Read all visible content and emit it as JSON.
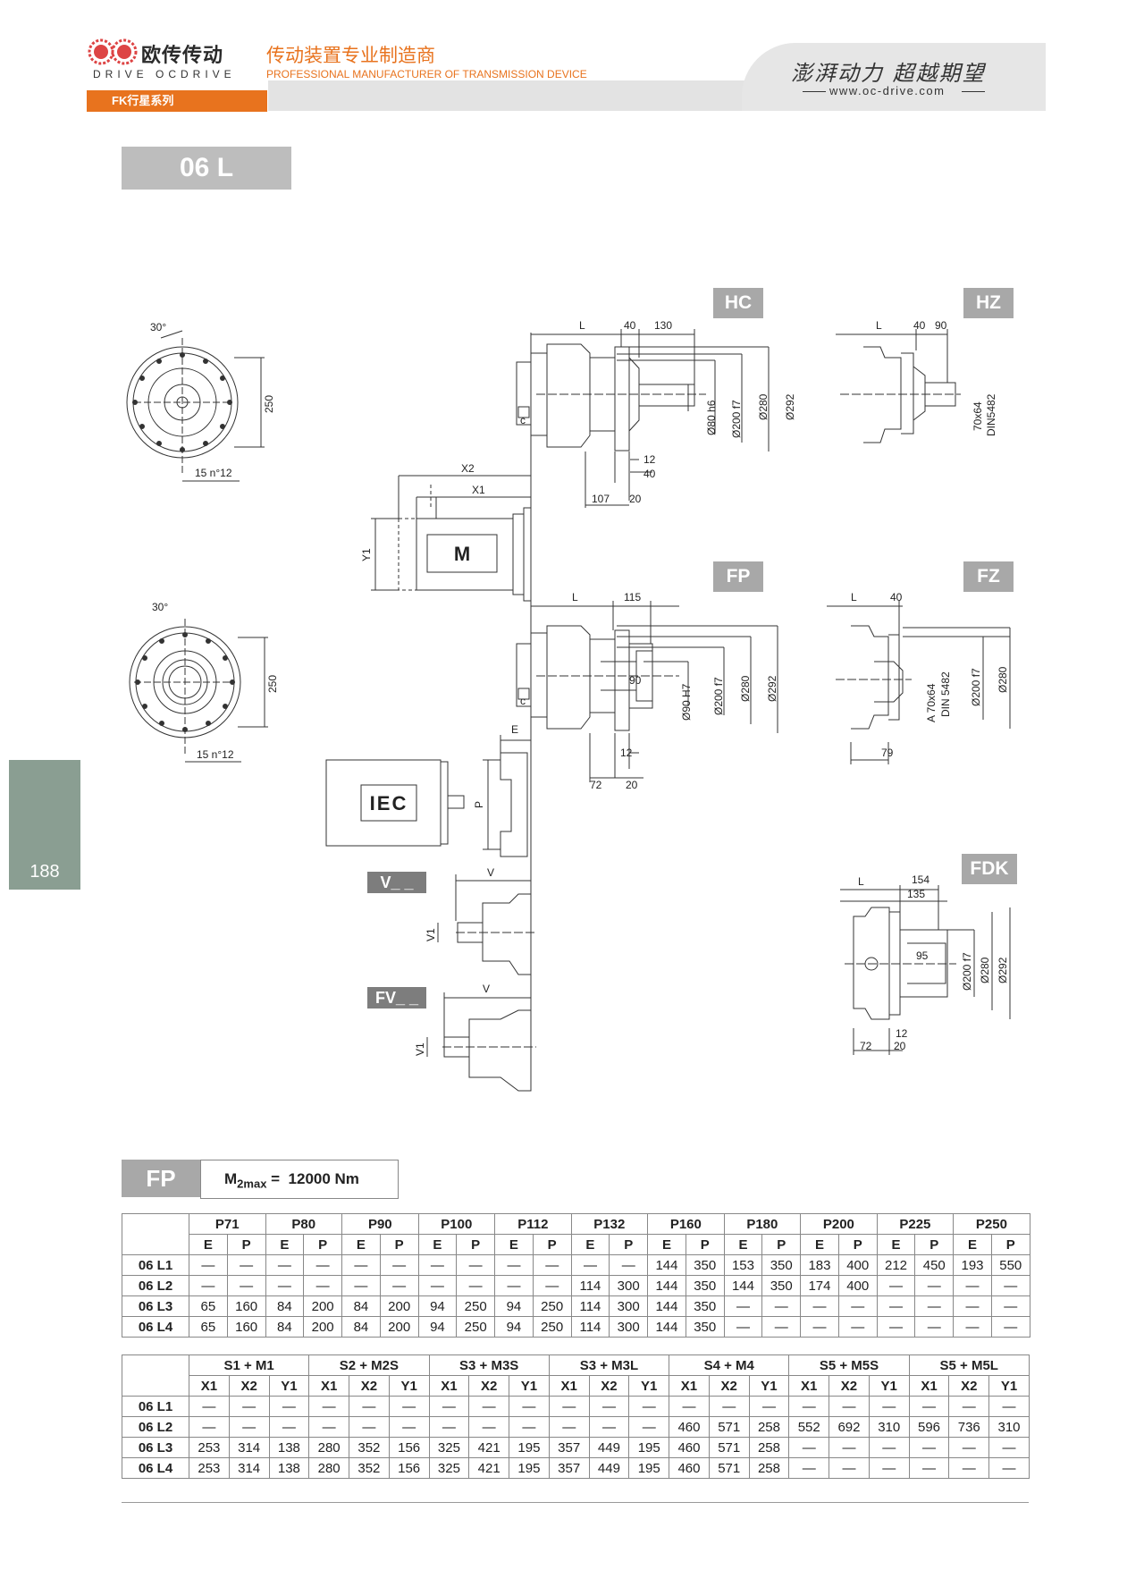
{
  "header": {
    "logo_cn": "欧传传动",
    "logo_en": "DRIVE OCDRIVE",
    "tagline_cn": "传动装置专业制造商",
    "tagline_en": "PROFESSIONAL MANUFACTURER OF TRANSMISSION DEVICE",
    "slogan": "澎湃动力 超越期望",
    "url": "www.oc-drive.com",
    "series": "FK行星系列"
  },
  "model": "06 L",
  "page_number": "188",
  "drawing": {
    "badges": [
      "HC",
      "HZ",
      "FP",
      "FZ",
      "FDK"
    ],
    "small_badges": [
      "V_ _",
      "FV_ _"
    ],
    "motor_labels": [
      "M",
      "IEC"
    ],
    "dims": {
      "front1": [
        "30°",
        "250",
        "15 n°12"
      ],
      "front2": [
        "30°",
        "250",
        "15 n°12"
      ],
      "hc": [
        "L",
        "40",
        "130",
        "c",
        "Ø80 h6",
        "Ø200 f7",
        "Ø280",
        "Ø292",
        "12",
        "40",
        "107",
        "20"
      ],
      "hz": [
        "L",
        "40",
        "90",
        "70x64",
        "DIN5482"
      ],
      "motor": [
        "X2",
        "X1",
        "Y1"
      ],
      "fp": [
        "L",
        "115",
        "c",
        "90",
        "Ø90 H7",
        "Ø200 f7",
        "Ø280",
        "Ø292",
        "12",
        "72",
        "20"
      ],
      "fz": [
        "L",
        "40",
        "A 70x64",
        "DIN 5482",
        "Ø200 f7",
        "Ø280",
        "79"
      ],
      "iec": [
        "E",
        "P"
      ],
      "v": [
        "V",
        "V1"
      ],
      "fv": [
        "V",
        "V1"
      ],
      "fdk": [
        "L",
        "154",
        "135",
        "95",
        "Ø200 f7",
        "Ø280",
        "Ø292",
        "12",
        "72",
        "20"
      ]
    }
  },
  "fp_block": {
    "badge": "FP",
    "m2max_label": "M",
    "m2max_sub": "2max",
    "m2max_value": "=  12000 Nm"
  },
  "table1": {
    "groups": [
      "P71",
      "P80",
      "P90",
      "P100",
      "P112",
      "P132",
      "P160",
      "P180",
      "P200",
      "P225",
      "P250"
    ],
    "sub": [
      "E",
      "P"
    ],
    "rows": [
      {
        "label": "06 L1",
        "cells": [
          "—",
          "—",
          "—",
          "—",
          "—",
          "—",
          "—",
          "—",
          "—",
          "—",
          "—",
          "—",
          "144",
          "350",
          "153",
          "350",
          "183",
          "400",
          "212",
          "450",
          "193",
          "550"
        ]
      },
      {
        "label": "06 L2",
        "cells": [
          "—",
          "—",
          "—",
          "—",
          "—",
          "—",
          "—",
          "—",
          "—",
          "—",
          "114",
          "300",
          "144",
          "350",
          "144",
          "350",
          "174",
          "400",
          "—",
          "—",
          "—",
          "—"
        ]
      },
      {
        "label": "06 L3",
        "cells": [
          "65",
          "160",
          "84",
          "200",
          "84",
          "200",
          "94",
          "250",
          "94",
          "250",
          "114",
          "300",
          "144",
          "350",
          "—",
          "—",
          "—",
          "—",
          "—",
          "—",
          "—",
          "—"
        ]
      },
      {
        "label": "06 L4",
        "cells": [
          "65",
          "160",
          "84",
          "200",
          "84",
          "200",
          "94",
          "250",
          "94",
          "250",
          "114",
          "300",
          "144",
          "350",
          "—",
          "—",
          "—",
          "—",
          "—",
          "—",
          "—",
          "—"
        ]
      }
    ]
  },
  "table2": {
    "groups": [
      "S1 + M1",
      "S2 + M2S",
      "S3 + M3S",
      "S3 + M3L",
      "S4 + M4",
      "S5 + M5S",
      "S5 + M5L"
    ],
    "sub": [
      "X1",
      "X2",
      "Y1"
    ],
    "rows": [
      {
        "label": "06 L1",
        "cells": [
          "—",
          "—",
          "—",
          "—",
          "—",
          "—",
          "—",
          "—",
          "—",
          "—",
          "—",
          "—",
          "—",
          "—",
          "—",
          "—",
          "—",
          "—",
          "—",
          "—",
          "—"
        ]
      },
      {
        "label": "06 L2",
        "cells": [
          "—",
          "—",
          "—",
          "—",
          "—",
          "—",
          "—",
          "—",
          "—",
          "—",
          "—",
          "—",
          "460",
          "571",
          "258",
          "552",
          "692",
          "310",
          "596",
          "736",
          "310"
        ]
      },
      {
        "label": "06 L3",
        "cells": [
          "253",
          "314",
          "138",
          "280",
          "352",
          "156",
          "325",
          "421",
          "195",
          "357",
          "449",
          "195",
          "460",
          "571",
          "258",
          "—",
          "—",
          "—",
          "—",
          "—",
          "—"
        ]
      },
      {
        "label": "06 L4",
        "cells": [
          "253",
          "314",
          "138",
          "280",
          "352",
          "156",
          "325",
          "421",
          "195",
          "357",
          "449",
          "195",
          "460",
          "571",
          "258",
          "—",
          "—",
          "—",
          "—",
          "—",
          "—"
        ]
      }
    ]
  }
}
